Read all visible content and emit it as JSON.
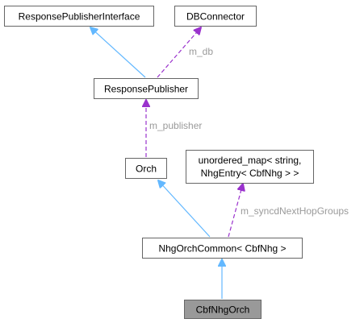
{
  "diagram": {
    "nodes": {
      "response_publisher_interface": {
        "label": "ResponsePublisherInterface"
      },
      "db_connector": {
        "label": "DBConnector"
      },
      "response_publisher": {
        "label": "ResponsePublisher"
      },
      "orch": {
        "label": "Orch"
      },
      "unordered_map": {
        "line1": "unordered_map< string,",
        "line2": "NhgEntry< CbfNhg > >"
      },
      "nhg_orch_common": {
        "label": "NhgOrchCommon< CbfNhg >"
      },
      "cbf_nhg_orch": {
        "label": "CbfNhgOrch"
      }
    },
    "edges": {
      "m_db": "m_db",
      "m_publisher": "m_publisher",
      "m_syncd_next_hop_groups": "m_syncdNextHopGroups"
    },
    "colors": {
      "inheritance": "#63b8ff",
      "usage": "#9a32cd",
      "current_node_fill": "#999999"
    }
  }
}
